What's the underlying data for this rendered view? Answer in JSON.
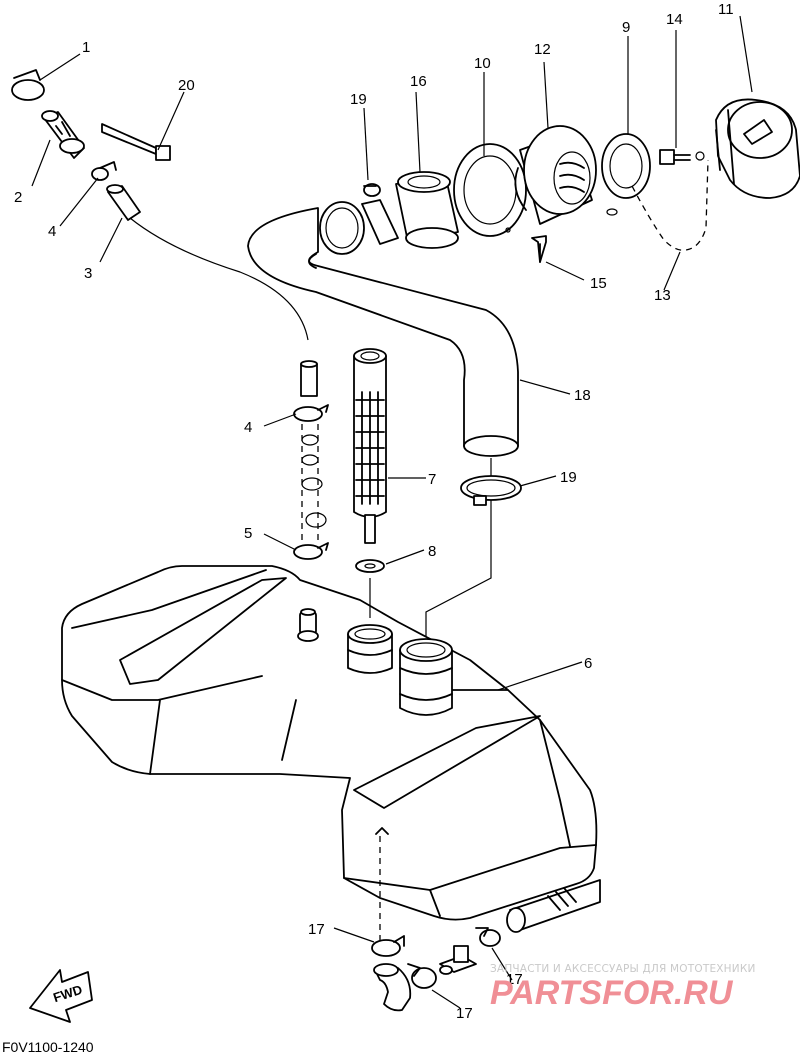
{
  "diagram": {
    "callouts": [
      "1",
      "2",
      "3",
      "4",
      "4",
      "5",
      "6",
      "7",
      "8",
      "9",
      "10",
      "11",
      "12",
      "13",
      "14",
      "15",
      "16",
      "17",
      "17",
      "17",
      "18",
      "19",
      "19",
      "20"
    ],
    "forward_arrow_label": "FWD",
    "drawing_code": "F0V1100-1240"
  },
  "watermark": {
    "caption": "ЗАПЧАСТИ И АКСЕССУАРЫ ДЛЯ МОТОТЕХНИКИ",
    "brand": "PARTSFOR.RU"
  }
}
